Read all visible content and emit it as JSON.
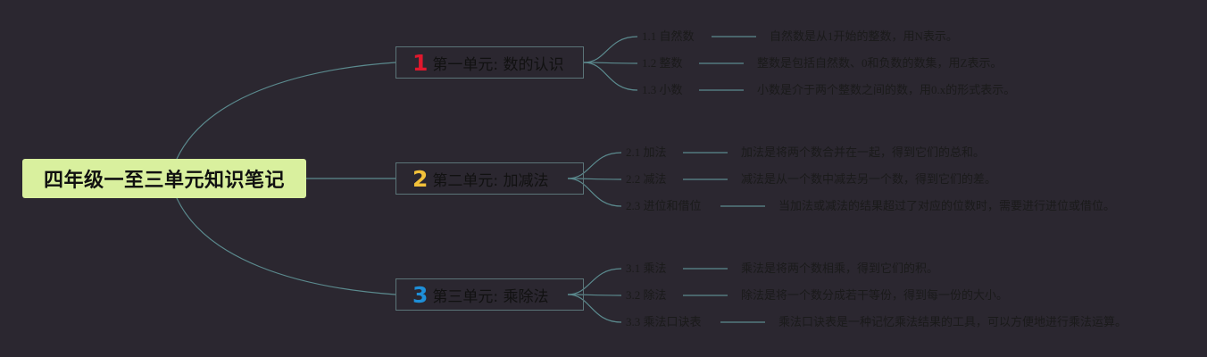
{
  "root": {
    "title": "四年级一至三单元知识笔记",
    "background": "#d9f09e"
  },
  "colors": {
    "canvas": "#2b2730",
    "connector": "#5b8a8e",
    "unit_border": "#5b7478"
  },
  "units": [
    {
      "number": "1",
      "number_color": "#e0182d",
      "label": "第一单元: 数的认识",
      "topics": [
        {
          "label": "1.1 自然数",
          "definition": "自然数是从1开始的整数，用N表示。"
        },
        {
          "label": "1.2 整数",
          "definition": "整数是包括自然数、0和负数的数集，用Z表示。"
        },
        {
          "label": "1.3 小数",
          "definition": "小数是介于两个整数之间的数，用0.x的形式表示。"
        }
      ]
    },
    {
      "number": "2",
      "number_color": "#f2c13a",
      "label": "第二单元: 加减法",
      "topics": [
        {
          "label": "2.1 加法",
          "definition": "加法是将两个数合并在一起，得到它们的总和。"
        },
        {
          "label": "2.2 减法",
          "definition": "减法是从一个数中减去另一个数，得到它们的差。"
        },
        {
          "label": "2.3 进位和借位",
          "definition": "当加法或减法的结果超过了对应的位数时，需要进行进位或借位。"
        }
      ]
    },
    {
      "number": "3",
      "number_color": "#1e8fd8",
      "label": "第三单元: 乘除法",
      "topics": [
        {
          "label": "3.1 乘法",
          "definition": "乘法是将两个数相乘，得到它们的积。"
        },
        {
          "label": "3.2 除法",
          "definition": "除法是将一个数分成若干等份，得到每一份的大小。"
        },
        {
          "label": "3.3 乘法口诀表",
          "definition": "乘法口诀表是一种记忆乘法结果的工具，可以方便地进行乘法运算。"
        }
      ]
    }
  ]
}
